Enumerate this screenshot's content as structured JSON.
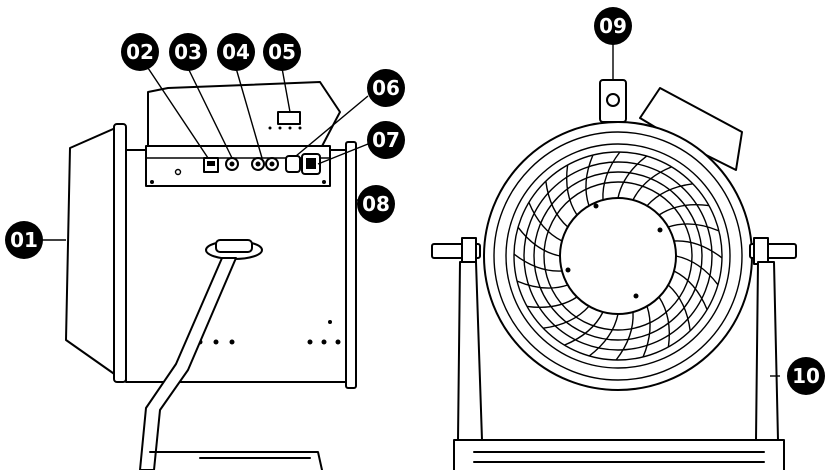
{
  "callouts": [
    {
      "id": "01",
      "text": "01"
    },
    {
      "id": "02",
      "text": "02"
    },
    {
      "id": "03",
      "text": "03"
    },
    {
      "id": "04",
      "text": "04"
    },
    {
      "id": "05",
      "text": "05"
    },
    {
      "id": "06",
      "text": "06"
    },
    {
      "id": "07",
      "text": "07"
    },
    {
      "id": "08",
      "text": "08"
    },
    {
      "id": "09",
      "text": "09"
    },
    {
      "id": "10",
      "text": "10"
    }
  ],
  "colors": {
    "line": "#000000",
    "background": "#ffffff",
    "badge": "#000000",
    "badge_text": "#ffffff"
  }
}
